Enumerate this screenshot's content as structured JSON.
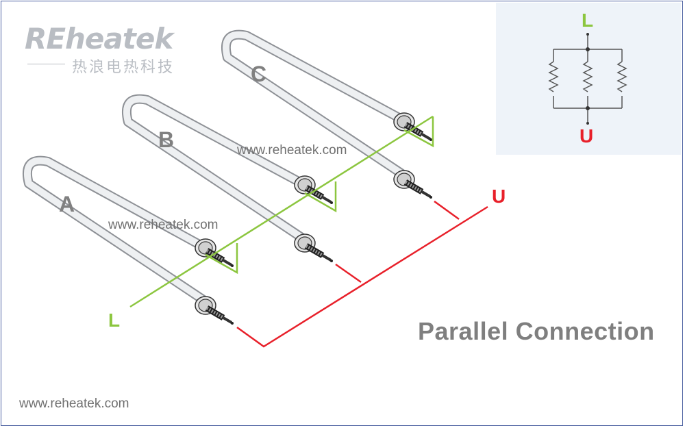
{
  "logo": {
    "brand": "REheatek",
    "subtitle": "热浪电热科技"
  },
  "heaters": {
    "a": "A",
    "b": "B",
    "c": "C"
  },
  "watermarks": {
    "wm1": "www.reheatek.com",
    "wm2": "www.reheatek.com",
    "footer": "www.reheatek.com"
  },
  "terminals": {
    "live": "L",
    "return": "U"
  },
  "inset": {
    "live": "L",
    "return": "U"
  },
  "title": "Parallel Connection",
  "colors": {
    "live_wire": "#8cc63f",
    "return_wire": "#e8202a",
    "tube": "#c8cacd"
  }
}
